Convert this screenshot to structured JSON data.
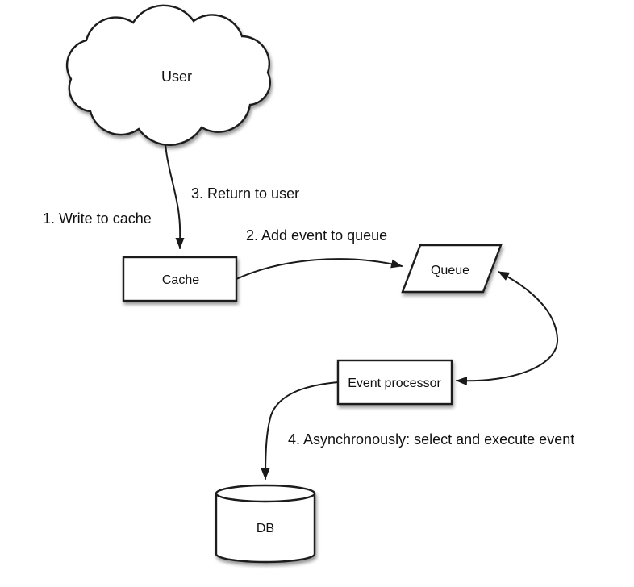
{
  "nodes": {
    "user": {
      "label": "User",
      "shape": "cloud"
    },
    "cache": {
      "label": "Cache",
      "shape": "rectangle"
    },
    "queue": {
      "label": "Queue",
      "shape": "parallelogram"
    },
    "event_processor": {
      "label": "Event processor",
      "shape": "rectangle"
    },
    "db": {
      "label": "DB",
      "shape": "cylinder"
    }
  },
  "edges": {
    "step1": {
      "label": "1. Write to cache",
      "from": "user",
      "to": "cache"
    },
    "step2": {
      "label": "2. Add event to queue",
      "from": "cache",
      "to": "queue"
    },
    "step3": {
      "label": "3. Return to user",
      "from": "cache",
      "to": "user"
    },
    "step4": {
      "label": "4. Asynchronously: select and execute event",
      "from": "event_processor",
      "to": "db"
    }
  },
  "colors": {
    "background": "#ffffff",
    "stroke": "#1a1a1a",
    "node_fill": "#ffffff",
    "text": "#111111"
  }
}
